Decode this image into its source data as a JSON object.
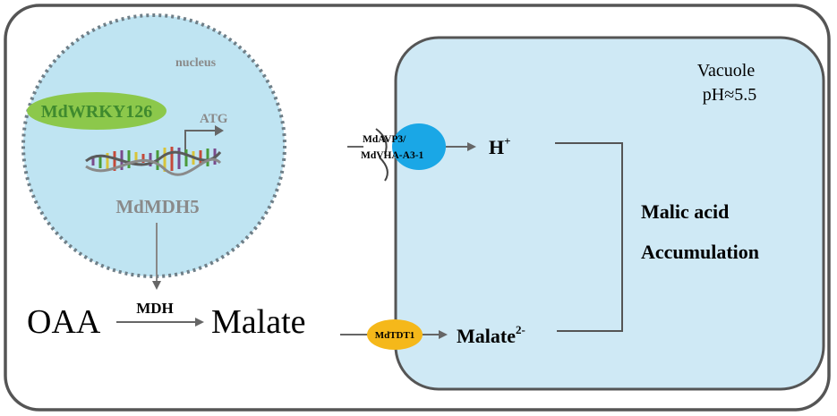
{
  "colors": {
    "cell_border": "#555555",
    "vacuole_fill": "#cfe9f5",
    "nucleus_fill": "#bfe4f2",
    "nucleus_border": "#6f7f88",
    "tf_green": "#8cc84b",
    "tf_text": "#3f8a2e",
    "proton_pump": "#1aa7e6",
    "transporter": "#f5b81a",
    "arrow_gray": "#666666",
    "nucleus_text": "#8a8a8a"
  },
  "nucleus": {
    "label": "nucleus",
    "transcription_factor": "MdWRKY126",
    "start_codon": "ATG",
    "gene": "MdMDH5",
    "dna_icon": "dna-helix-icon"
  },
  "cytosol": {
    "substrate": "OAA",
    "enzyme": "MDH",
    "product": "Malate"
  },
  "vacuole": {
    "name": "Vacuole",
    "ph": "pH≈5.5",
    "pump_label_line1": "MdAVP3/",
    "pump_label_line2": "MdVHA-A3-1",
    "proton": "H",
    "proton_charge": "+",
    "transporter_label": "MdTDT1",
    "malate_ion": "Malate",
    "malate_charge": "2-",
    "outcome_line1": "Malic acid",
    "outcome_line2": "Accumulation"
  }
}
